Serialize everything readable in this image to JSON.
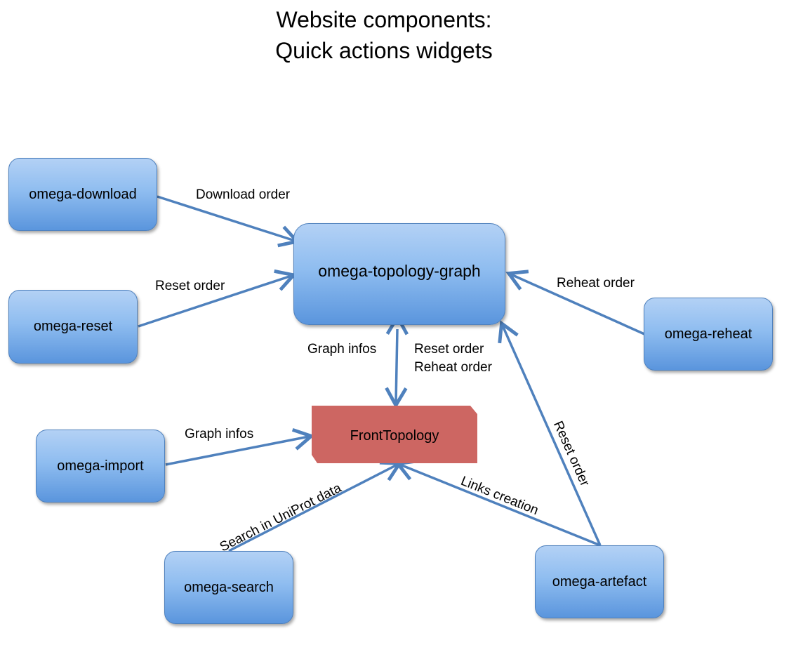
{
  "title": {
    "line1": "Website components:",
    "line2": "Quick actions widgets"
  },
  "nodes": {
    "omega_download": "omega-download",
    "omega_reset": "omega-reset",
    "omega_topology_graph": "omega-topology-graph",
    "omega_reheat": "omega-reheat",
    "front_topology": "FrontTopology",
    "omega_import": "omega-import",
    "omega_search": "omega-search",
    "omega_artefact": "omega-artefact"
  },
  "edges": {
    "download_order": "Download order",
    "reset_order": "Reset order",
    "reheat_order": "Reheat order",
    "graph_infos_top": "Graph infos",
    "reset_order_mid": "Reset order",
    "reheat_order_mid": "Reheat order",
    "graph_infos_import": "Graph infos",
    "search_uniprot": "Search in UniProt data",
    "links_creation": "Links creation",
    "reset_order_artefact": "Reset order"
  },
  "colors": {
    "node_fill": "#8fbdf0",
    "node_border": "#4f81bd",
    "front_topology_fill": "#cd6662",
    "arrow": "#4f81bd"
  }
}
